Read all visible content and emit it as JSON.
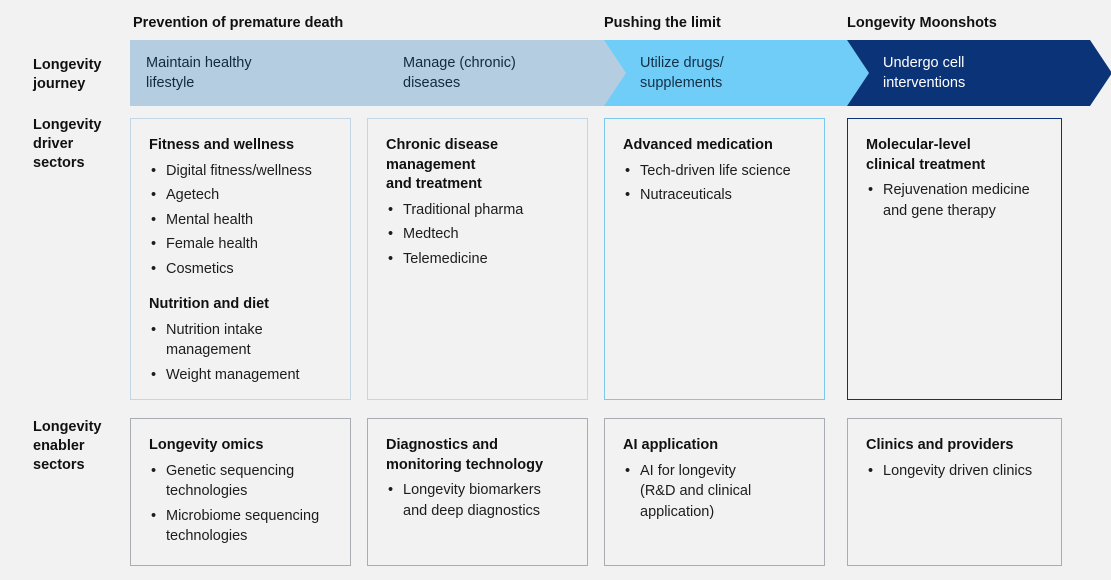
{
  "row_labels": {
    "journey": "Longevity\njourney",
    "driver": "Longevity\ndriver\nsectors",
    "enabler": "Longevity\nenabler\nsectors"
  },
  "phases": [
    {
      "title": "Prevention of premature death"
    },
    {
      "title": "Pushing the limit"
    },
    {
      "title": "Longevity Moonshots"
    }
  ],
  "journey": [
    {
      "label": "Maintain healthy\nlifestyle",
      "fill": "#b4cde0",
      "text_color": "#14293d",
      "shape": "flat-start"
    },
    {
      "label": "Manage (chronic)\ndiseases",
      "fill": "#b4cde0",
      "text_color": "#14293d",
      "shape": "chevron"
    },
    {
      "label": "Utilize drugs/\nsupplements",
      "fill": "#6fcdf7",
      "text_color": "#123047",
      "shape": "chevron"
    },
    {
      "label": "Undergo cell\ninterventions",
      "fill": "#0b3378",
      "text_color": "#ffffff",
      "shape": "chevron"
    }
  ],
  "driver_sectors": [
    {
      "border": "#c3d6e6",
      "groups": [
        {
          "title": "Fitness and wellness",
          "items": [
            "Digital fitness/wellness",
            "Agetech",
            "Mental health",
            "Female health",
            "Cosmetics"
          ]
        },
        {
          "title": "Nutrition and diet",
          "items": [
            "Nutrition intake\nmanagement",
            "Weight management"
          ]
        }
      ]
    },
    {
      "border": "#c3d6e6",
      "groups": [
        {
          "title": "Chronic disease\nmanagement\nand treatment",
          "items": [
            "Traditional pharma",
            "Medtech",
            "Telemedicine"
          ]
        }
      ]
    },
    {
      "border": "#7cc9ee",
      "groups": [
        {
          "title": "Advanced medication",
          "items": [
            "Tech-driven life science",
            "Nutraceuticals"
          ]
        }
      ]
    },
    {
      "border": "#0b3378",
      "groups": [
        {
          "title": "Molecular-level\nclinical treatment",
          "items": [
            "Rejuvenation medicine\nand gene therapy"
          ]
        }
      ]
    }
  ],
  "enabler_sectors": [
    {
      "border": "#a9acb1",
      "groups": [
        {
          "title": "Longevity omics",
          "items": [
            "Genetic sequencing\ntechnologies",
            "Microbiome sequencing\ntechnologies"
          ]
        }
      ]
    },
    {
      "border": "#a9acb1",
      "groups": [
        {
          "title": "Diagnostics and\nmonitoring technology",
          "items": [
            "Longevity biomarkers\nand deep diagnostics"
          ]
        }
      ]
    },
    {
      "border": "#a9acb1",
      "groups": [
        {
          "title": "AI application",
          "items": [
            "AI for longevity\n(R&D and clinical\napplication)"
          ]
        }
      ]
    },
    {
      "border": "#a9acb1",
      "groups": [
        {
          "title": "Clinics and providers",
          "items": [
            "Longevity driven clinics"
          ]
        }
      ]
    }
  ]
}
